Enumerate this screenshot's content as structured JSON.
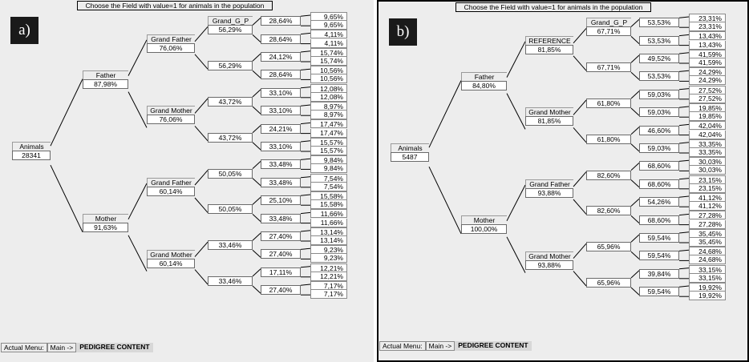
{
  "topbar_text": "Choose the Field with value=1 for animals in the population",
  "panels": [
    {
      "id": "a",
      "label": "a)",
      "root": {
        "label": "Animals",
        "value": "28341"
      },
      "parents": [
        {
          "label": "Father",
          "value": "87,98%"
        },
        {
          "label": "Mother",
          "value": "91,63%"
        }
      ],
      "grandparents": [
        {
          "label": "Grand Father",
          "value": "76,06%"
        },
        {
          "label": "Grand Mother",
          "value": "76,06%"
        },
        {
          "label": "Grand Father",
          "value": "60,14%"
        },
        {
          "label": "Grand Mother",
          "value": "60,14%"
        }
      ],
      "ggp": [
        {
          "label": "Grand_G_P",
          "value": "56,29%"
        },
        {
          "label": "",
          "value": "56,29%"
        },
        {
          "label": "",
          "value": "43,72%"
        },
        {
          "label": "",
          "value": "43,72%"
        },
        {
          "label": "",
          "value": "50,05%"
        },
        {
          "label": "",
          "value": "50,05%"
        },
        {
          "label": "",
          "value": "33,46%"
        },
        {
          "label": "",
          "value": "33,46%"
        }
      ],
      "gggp": [
        "28,64%",
        "28,64%",
        "24,12%",
        "28,64%",
        "33,10%",
        "33,10%",
        "24,21%",
        "33,10%",
        "33,48%",
        "33,48%",
        "25,10%",
        "33,48%",
        "27,40%",
        "27,40%",
        "17,11%",
        "27,40%"
      ],
      "leaves": [
        "9,65%",
        "9,65%",
        "4,11%",
        "4,11%",
        "15,74%",
        "15,74%",
        "10,56%",
        "10,56%",
        "12,08%",
        "12,08%",
        "8,97%",
        "8,97%",
        "17,47%",
        "17,47%",
        "15,57%",
        "15,57%",
        "9,84%",
        "9,84%",
        "7,54%",
        "7,54%",
        "15,58%",
        "15,58%",
        "11,66%",
        "11,66%",
        "13,14%",
        "13,14%",
        "9,23%",
        "9,23%",
        "12,21%",
        "12,21%",
        "7,17%",
        "7,17%"
      ]
    },
    {
      "id": "b",
      "label": "b)",
      "root": {
        "label": "Animals",
        "value": "5487"
      },
      "parents": [
        {
          "label": "Father",
          "value": "84,80%"
        },
        {
          "label": "Mother",
          "value": "100,00%"
        }
      ],
      "grandparents": [
        {
          "label": "REFERENCE",
          "value": "81,85%"
        },
        {
          "label": "Grand Mother",
          "value": "81,85%"
        },
        {
          "label": "Grand Father",
          "value": "93,88%"
        },
        {
          "label": "Grand Mother",
          "value": "93,88%"
        }
      ],
      "ggp": [
        {
          "label": "Grand_G_P",
          "value": "67,71%"
        },
        {
          "label": "",
          "value": "67,71%"
        },
        {
          "label": "",
          "value": "61,80%"
        },
        {
          "label": "",
          "value": "61,80%"
        },
        {
          "label": "",
          "value": "82,60%"
        },
        {
          "label": "",
          "value": "82,60%"
        },
        {
          "label": "",
          "value": "65,96%"
        },
        {
          "label": "",
          "value": "65,96%"
        }
      ],
      "gggp": [
        "53,53%",
        "53,53%",
        "49,52%",
        "53,53%",
        "59,03%",
        "59,03%",
        "46,60%",
        "59,03%",
        "68,60%",
        "68,60%",
        "54,26%",
        "68,60%",
        "59,54%",
        "59,54%",
        "39,84%",
        "59,54%"
      ],
      "leaves": [
        "23,31%",
        "23,31%",
        "13,43%",
        "13,43%",
        "41,59%",
        "41,59%",
        "24,29%",
        "24,29%",
        "27,52%",
        "27,52%",
        "19,85%",
        "19,85%",
        "42,04%",
        "42,04%",
        "33,35%",
        "33,35%",
        "30,03%",
        "30,03%",
        "23,15%",
        "23,15%",
        "41,12%",
        "41,12%",
        "27,28%",
        "27,28%",
        "35,45%",
        "35,45%",
        "24,68%",
        "24,68%",
        "33,15%",
        "33,15%",
        "19,92%",
        "19,92%"
      ]
    }
  ],
  "statusbar": {
    "actual_menu": "Actual Menu:",
    "main": "Main ->",
    "current": "PEDIGREE CONTENT"
  }
}
